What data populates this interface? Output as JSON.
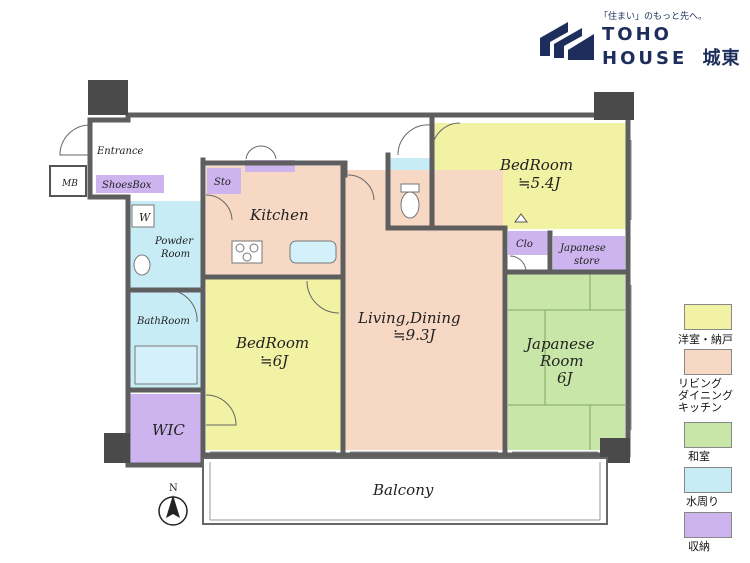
{
  "logo": {
    "tagline": "「住まい」のもっと先へ。",
    "brand_line1": "TOHO",
    "brand_line2": "HOUSE",
    "branch": "城東"
  },
  "rooms": {
    "entrance": "Entrance",
    "mb": "MB",
    "shoes_box": "ShoesBox",
    "storage": "Sto",
    "kitchen": "Kitchen",
    "powder_room_1": "Powder",
    "powder_room_2": "Room",
    "bath_room": "BathRoom",
    "bedroom_main": "BedRoom",
    "bedroom_main_size": "≒6J",
    "living_1": "Living,Dining",
    "living_2": "≒9.3J",
    "bedroom_upper": "BedRoom",
    "bedroom_upper_size": "≒5.4J",
    "closet": "Clo",
    "japanese_store_1": "Japanese",
    "japanese_store_2": "store",
    "japanese_room_1": "Japanese",
    "japanese_room_2": "Room",
    "japanese_room_3": "6J",
    "wic": "WIC",
    "balcony": "Balcony",
    "washer_mark": "W",
    "north": "N"
  },
  "legend": [
    {
      "label": "洋室・納戸",
      "color": "#f2f2a4"
    },
    {
      "label": "リビング\nダイニング\nキッチン",
      "color": "#f6d8c4"
    },
    {
      "label": "和室",
      "color": "#c8e6a8"
    },
    {
      "label": "水周り",
      "color": "#c8ecf6"
    },
    {
      "label": "収納",
      "color": "#cdb4ee"
    }
  ],
  "colors": {
    "wall": "#5e5e5e",
    "pillar": "#4a4a4a",
    "western": "#f2f2a4",
    "ldk": "#f6d8c4",
    "japanese": "#c8e6a8",
    "water": "#c8ecf6",
    "storage": "#cdb4ee",
    "brand": "#1d2e5c"
  }
}
